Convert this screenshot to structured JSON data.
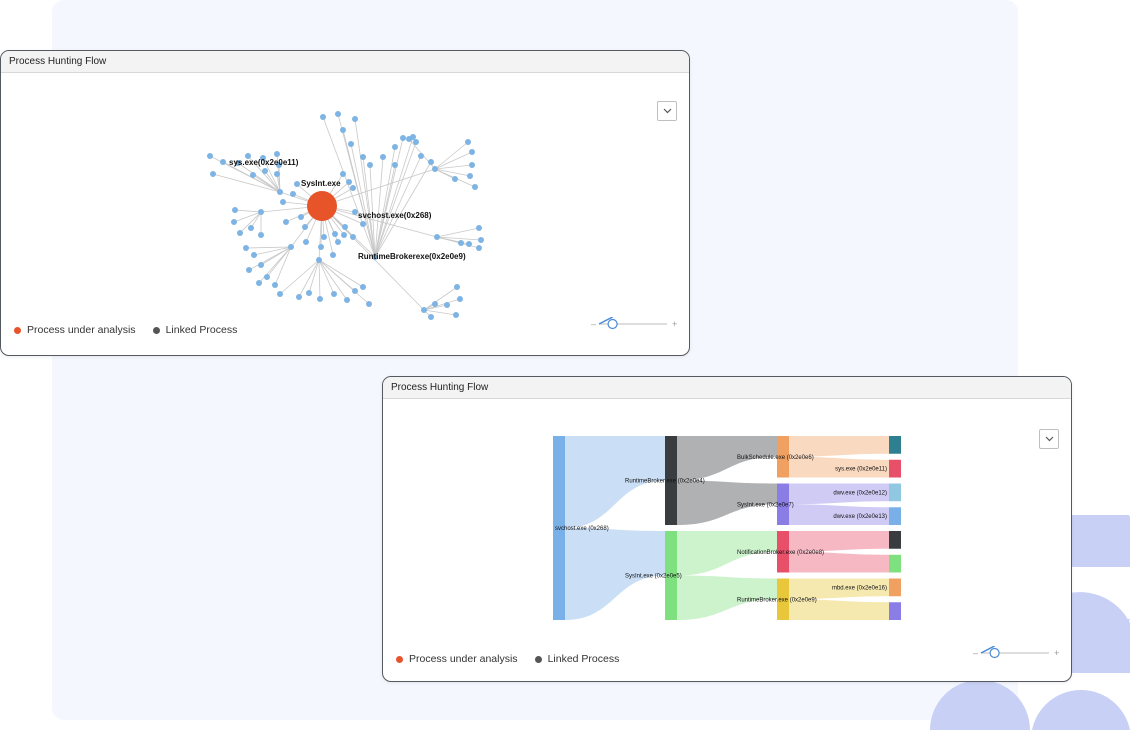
{
  "colors": {
    "process_under_analysis": "#e8542a",
    "linked_process": "#555555",
    "graph_node": "#7eb4e3",
    "background_panel": "#f5f7ff",
    "decor_shape": "#c8d0f5"
  },
  "top_card": {
    "title": "Process Hunting Flow",
    "graph": {
      "center_label": "SysInt.exe",
      "labels": [
        "sys.exe(0x2e0e11)",
        "svchost.exe(0x268)",
        "RuntimeBrokerexe(0x2e0e9)"
      ]
    },
    "legend": {
      "primary": "Process under analysis",
      "secondary": "Linked Process"
    },
    "dropdown_icon": "chevron-down-icon",
    "zoom": {
      "minus": "–",
      "plus": "+",
      "level": 0.2
    }
  },
  "bottom_card": {
    "title": "Process Hunting Flow",
    "sankey": {
      "nodes": [
        {
          "id": "svchost",
          "label": "svchost.exe (0x268)",
          "color": "#7ab0e8"
        },
        {
          "id": "rtb4",
          "label": "RuntimeBroker.exe (0x2e0e4)",
          "color": "#3a3d40"
        },
        {
          "id": "sysint5",
          "label": "SysInt.exe (0x2e0e5)",
          "color": "#7fe07f"
        },
        {
          "id": "bulk6",
          "label": "BulkSchedule.exe (0x2e0e6)",
          "color": "#f0a060"
        },
        {
          "id": "sysint7",
          "label": "SysInt.exe (0x2e0e7)",
          "color": "#8a7de6"
        },
        {
          "id": "notif8",
          "label": "NotificationBroker.exe (0x2e0e8)",
          "color": "#e8506a"
        },
        {
          "id": "rtb9",
          "label": "RuntimeBroker.exe (0x2e0e9)",
          "color": "#e8c83a"
        },
        {
          "id": "t1",
          "label": "",
          "color": "#2e7f8f"
        },
        {
          "id": "sys11",
          "label": "sys.exe (0x2e0e11)",
          "color": "#e8506a"
        },
        {
          "id": "dwv12",
          "label": "dwv.exe (0x2e0e12)",
          "color": "#8fc8e0"
        },
        {
          "id": "dwv13",
          "label": "dwv.exe (0x2e0e13)",
          "color": "#7ab0e8"
        },
        {
          "id": "t5",
          "label": "",
          "color": "#3a3d40"
        },
        {
          "id": "t6",
          "label": "",
          "color": "#7fe07f"
        },
        {
          "id": "mbd16",
          "label": "mbd.exe (0x2e0e16)",
          "color": "#f0a060"
        },
        {
          "id": "t8",
          "label": "",
          "color": "#8a7de6"
        }
      ],
      "links": [
        {
          "source": "svchost",
          "target": "rtb4",
          "value": 1
        },
        {
          "source": "svchost",
          "target": "sysint5",
          "value": 1
        },
        {
          "source": "rtb4",
          "target": "bulk6",
          "value": 1
        },
        {
          "source": "rtb4",
          "target": "sysint7",
          "value": 1
        },
        {
          "source": "sysint5",
          "target": "notif8",
          "value": 1
        },
        {
          "source": "sysint5",
          "target": "rtb9",
          "value": 1
        },
        {
          "source": "bulk6",
          "target": "t1",
          "value": 1
        },
        {
          "source": "bulk6",
          "target": "sys11",
          "value": 1
        },
        {
          "source": "sysint7",
          "target": "dwv12",
          "value": 1
        },
        {
          "source": "sysint7",
          "target": "dwv13",
          "value": 1
        },
        {
          "source": "notif8",
          "target": "t5",
          "value": 1
        },
        {
          "source": "notif8",
          "target": "t6",
          "value": 1
        },
        {
          "source": "rtb9",
          "target": "mbd16",
          "value": 1
        },
        {
          "source": "rtb9",
          "target": "t8",
          "value": 1
        }
      ]
    },
    "legend": {
      "primary": "Process under analysis",
      "secondary": "Linked Process"
    },
    "dropdown_icon": "chevron-down-icon",
    "zoom": {
      "minus": "–",
      "plus": "+",
      "level": 0.2
    }
  }
}
